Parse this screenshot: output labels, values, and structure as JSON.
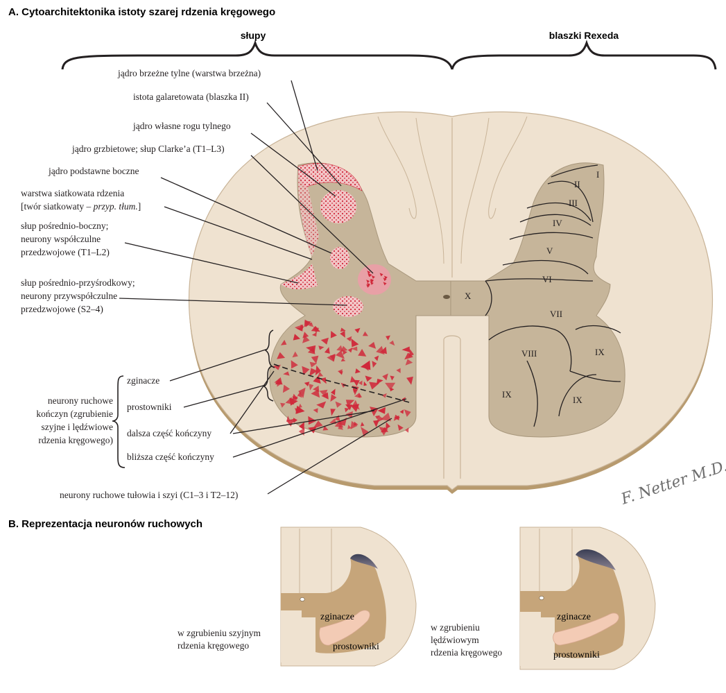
{
  "section_a": {
    "title": "A. Cytoarchitektonika istoty szarej rdzenia kręgowego",
    "left_header": "słupy",
    "right_header": "blaszki Rexeda",
    "labels": {
      "marginal": "jądro brzeżne tylne (warstwa brzeżna)",
      "gelatinosa": "istota galaretowata (blaszka II)",
      "proprius": "jądro własne rogu tylnego",
      "dorsalis": "jądro grzbietowe; słup Clarke’a (T1–L3)",
      "basal_lateral": "jądro podstawne boczne",
      "reticular_1": "warstwa siatkowata rdzenia",
      "reticular_2_a": "[twór siatkowaty – ",
      "reticular_2_b": "przyp. tłum.",
      "reticular_2_c": "]",
      "intermediolateral_1": "słup pośrednio-boczny;",
      "intermediolateral_2": "neurony współczulne",
      "intermediolateral_3": "przedzwojowe (T1–L2)",
      "intermediomedial_1": "słup pośrednio-przyśrodkowy;",
      "intermediomedial_2": "neurony przywspółczulne",
      "intermediomedial_3": "przedzwojowe (S2–4)",
      "flexors": "zginacze",
      "extensors": "prostowniki",
      "distal": "dalsza część kończyny",
      "proximal": "bliższa część kończyny",
      "limb_1": "neurony ruchowe",
      "limb_2": "kończyn (zgrubienie",
      "limb_3": "szyjne i lędźwiowe",
      "limb_4": "rdzenia kręgowego)",
      "trunk": "neurony ruchowe tułowia i szyi (C1–3 i T2–12)"
    },
    "laminae": [
      "I",
      "II",
      "III",
      "IV",
      "V",
      "VI",
      "VII",
      "VIII",
      "IX",
      "IX",
      "IX",
      "X"
    ],
    "signature": "F. Netter M.D."
  },
  "section_b": {
    "title": "B. Reprezentacja neuronów ruchowych",
    "cervical_label_1": "w zgrubieniu szyjnym",
    "cervical_label_2": "rdzenia kręgowego",
    "lumbar_label_1": "w zgrubieniu",
    "lumbar_label_2": "lędźwiowym",
    "lumbar_label_3": "rdzenia kręgowego",
    "flexors": "zginacze",
    "extensors": "prostowniki"
  },
  "colors": {
    "white_matter": "#efe2d0",
    "gray_matter": "#c6b59a",
    "neuron_red": "#d0283a",
    "nucleus_fill": "#e8a0a6",
    "outline": "#231f20"
  }
}
